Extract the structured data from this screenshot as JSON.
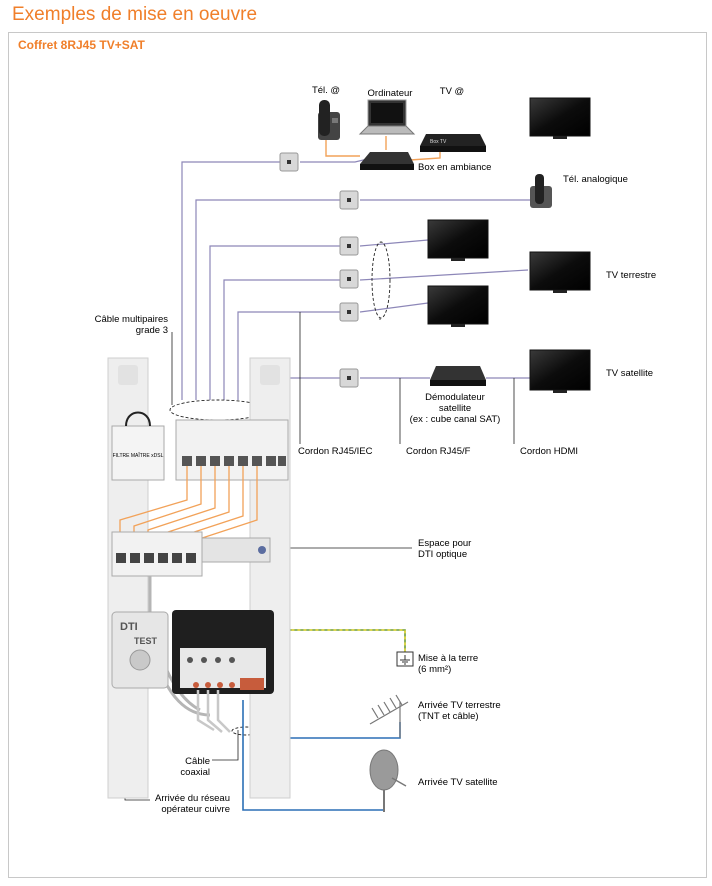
{
  "header": {
    "title": "Exemples de mise en oeuvre"
  },
  "panel": {
    "subtitle": "Coffret 8RJ45 TV+SAT"
  },
  "labels": {
    "tel_ip": "Tél. @",
    "ordinateur": "Ordinateur",
    "tv_ip": "TV @",
    "box": "Box en ambiance",
    "tel_analogique": "Tél. analogique",
    "tv_terrestre": "TV terrestre",
    "tv_satellite": "TV satellite",
    "cable_multipaires_1": "Câble multipaires",
    "cable_multipaires_2": "grade 3",
    "demodulateur_1": "Démodulateur",
    "demodulateur_2": "satellite",
    "demodulateur_3": "(ex : cube canal SAT)",
    "cordon_rj45_iec": "Cordon RJ45/IEC",
    "cordon_rj45_f": "Cordon RJ45/F",
    "cordon_hdmi": "Cordon HDMI",
    "espace_dti_1": "Espace pour",
    "espace_dti_2": "DTI optique",
    "terre_1": "Mise à la terre",
    "terre_2": "(6 mm²)",
    "arrivee_terrestre_1": "Arrivée TV terrestre",
    "arrivee_terrestre_2": "(TNT et câble)",
    "arrivee_satellite": "Arrivée TV satellite",
    "cable_coaxial_1": "Câble",
    "cable_coaxial_2": "coaxial",
    "arrivee_reseau_1": "Arrivée du réseau",
    "arrivee_reseau_2": "opérateur cuivre",
    "filtre": "FILTRE MAÎTRE xDSL",
    "dti": "DTI",
    "test": "TEST"
  },
  "colors": {
    "accent": "#f07f2a",
    "wire_purple": "#8d87b8",
    "wire_orange": "#f2a259",
    "wire_blue": "#2b6fb5",
    "wire_green": "#6a9b3a",
    "wire_yellow": "#e8d83a"
  }
}
